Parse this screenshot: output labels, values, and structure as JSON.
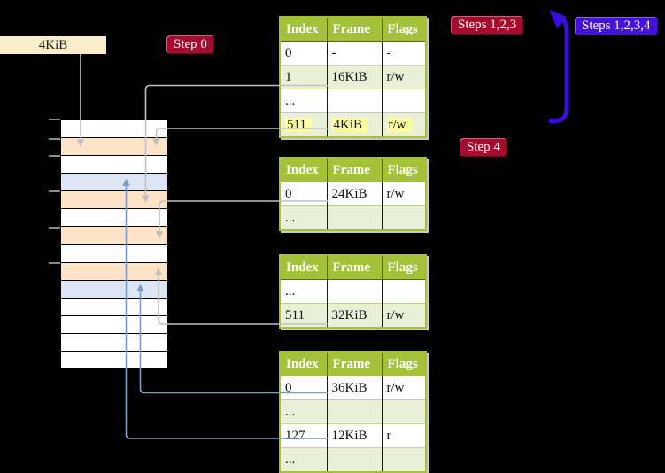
{
  "frame_label": {
    "text": "4KiB"
  },
  "badges": {
    "step0": {
      "label": "Step 0",
      "bg": "#a50c2e"
    },
    "steps123": {
      "label": "Steps 1,2,3",
      "bg": "#a50c2e"
    },
    "steps1234": {
      "label": "Steps 1,2,3,4",
      "bg": "#4412d8"
    },
    "step4": {
      "label": "Step 4",
      "bg": "#a50c2e"
    }
  },
  "memory_stack": {
    "colors": {
      "white": "#ffffff",
      "peach": "#fde3c8",
      "blue": "#dbe5f4"
    },
    "rows": [
      "white",
      "peach",
      "white",
      "blue",
      "peach",
      "white",
      "peach",
      "white",
      "peach",
      "blue",
      "white",
      "white",
      "white",
      "white"
    ]
  },
  "page_tables": [
    {
      "headers": [
        "Index",
        "Frame",
        "Flags"
      ],
      "rows": [
        {
          "cells": [
            "0",
            "-",
            "-"
          ],
          "shaded": false,
          "highlighted": false
        },
        {
          "cells": [
            "1",
            "16KiB",
            "r/w"
          ],
          "shaded": true,
          "highlighted": false
        },
        {
          "cells": [
            "...",
            "",
            ""
          ],
          "shaded": false,
          "highlighted": false
        },
        {
          "cells": [
            "511",
            "4KiB",
            "r/w"
          ],
          "shaded": true,
          "highlighted": true
        }
      ]
    },
    {
      "headers": [
        "Index",
        "Frame",
        "Flags"
      ],
      "rows": [
        {
          "cells": [
            "0",
            "24KiB",
            "r/w"
          ],
          "shaded": false,
          "highlighted": false
        },
        {
          "cells": [
            "...",
            "",
            ""
          ],
          "shaded": true,
          "highlighted": false
        }
      ]
    },
    {
      "headers": [
        "Index",
        "Frame",
        "Flags"
      ],
      "rows": [
        {
          "cells": [
            "...",
            "",
            ""
          ],
          "shaded": false,
          "highlighted": false
        },
        {
          "cells": [
            "511",
            "32KiB",
            "r/w"
          ],
          "shaded": true,
          "highlighted": false
        }
      ]
    },
    {
      "headers": [
        "Index",
        "Frame",
        "Flags"
      ],
      "rows": [
        {
          "cells": [
            "0",
            "36KiB",
            "r/w"
          ],
          "shaded": false,
          "highlighted": false
        },
        {
          "cells": [
            "...",
            "",
            ""
          ],
          "shaded": true,
          "highlighted": false
        },
        {
          "cells": [
            "127",
            "12KiB",
            "r"
          ],
          "shaded": false,
          "highlighted": false
        },
        {
          "cells": [
            "...",
            "",
            ""
          ],
          "shaded": true,
          "highlighted": false
        }
      ]
    }
  ],
  "connector_colors": {
    "gray": "#c0c0c0",
    "steel_blue": "#7b9cc9",
    "violet_blue": "#3b0ce0"
  }
}
